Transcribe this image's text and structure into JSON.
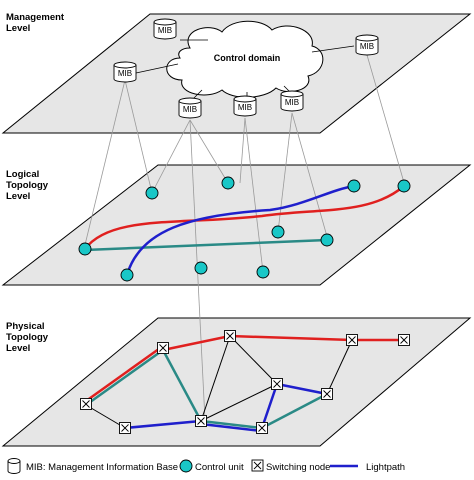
{
  "levels": {
    "management": [
      "Management",
      "Level"
    ],
    "logical": [
      "Logical",
      "Topology",
      "Level"
    ],
    "physical": [
      "Physical",
      "Topology",
      "Level"
    ]
  },
  "cloud_label": "Control domain",
  "mib_label": "MIB",
  "legend": {
    "mib": "MIB: Management Information Base",
    "control_unit": "Control unit",
    "switching_node": "Switching node",
    "lightpath": "Lightpath"
  },
  "colors": {
    "plane": "#e6e6e6",
    "control_unit": "#19c7c7",
    "lightpath_blue": "#1f1fcc",
    "path_red": "#e0201f",
    "path_teal": "#2a8a86"
  }
}
